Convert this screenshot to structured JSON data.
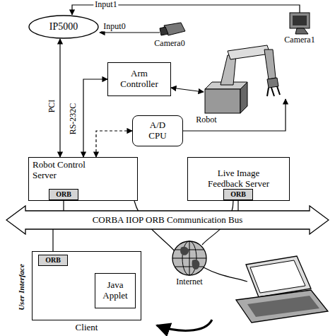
{
  "diagram": {
    "nodes": [
      {
        "text": [
          "IP5000"
        ]
      },
      {
        "text": [
          "Arm Controller"
        ]
      },
      {
        "text": [
          "A/D CPU"
        ]
      },
      {
        "text": [
          "Robot Control Server"
        ]
      },
      {
        "text": [
          "ORB"
        ],
        "in": 3
      },
      {
        "text": [
          "Live Image Feedback Server"
        ]
      },
      {
        "text": [
          "ORB"
        ],
        "in": 5
      },
      {
        "text": [
          "CORBA IIOP ORB Communication Bus"
        ]
      },
      {
        "text": [
          "Client"
        ]
      },
      {
        "text": [
          "ORB"
        ],
        "in": 8
      },
      {
        "text": [
          "Java Applet"
        ],
        "in": 8
      }
    ],
    "edges": [
      {
        "from": 0,
        "to": 3,
        "arrow": "both",
        "label": "PCI"
      },
      {
        "from": 3,
        "to": 1,
        "arrow": "both",
        "label": "RS-232C"
      },
      {
        "from": 3,
        "to": 2,
        "arrow": "both"
      },
      {
        "from": 4,
        "to": 7,
        "arrow": "none"
      },
      {
        "from": 6,
        "to": 7,
        "arrow": "none"
      },
      {
        "from": 7,
        "to": 9,
        "arrow": "none"
      }
    ],
    "labels": [
      "Input1",
      "Input0",
      "Camera1",
      "Camera0",
      "Robot",
      "Internet",
      "User Interface"
    ]
  }
}
